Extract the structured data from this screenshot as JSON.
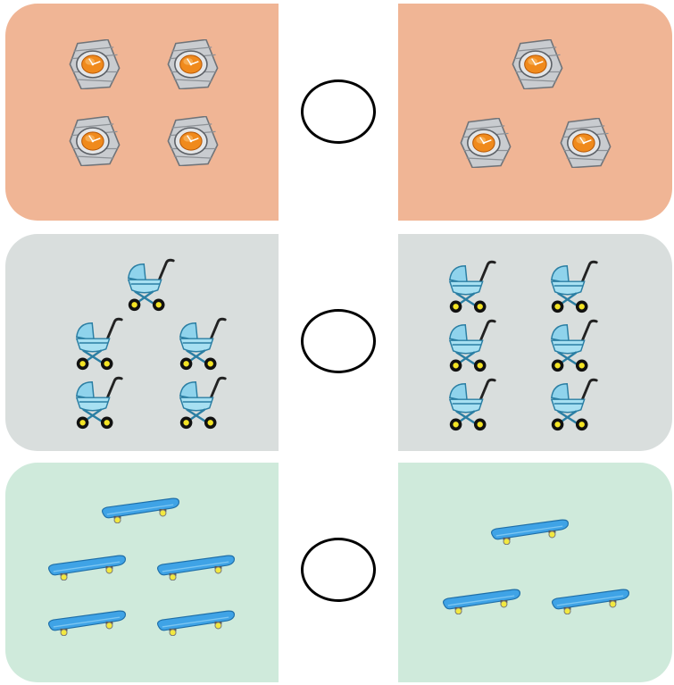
{
  "colors": {
    "watch_panel": "#f0b595",
    "stroller_panel": "#d9dedd",
    "skateboard_panel": "#cfeadb",
    "circle_stroke": "#000000"
  },
  "rows": [
    {
      "icon": "wristwatch-icon",
      "left_count": 4,
      "right_count": 3
    },
    {
      "icon": "baby-stroller-icon",
      "left_count": 5,
      "right_count": 6
    },
    {
      "icon": "skateboard-icon",
      "left_count": 5,
      "right_count": 3
    }
  ]
}
